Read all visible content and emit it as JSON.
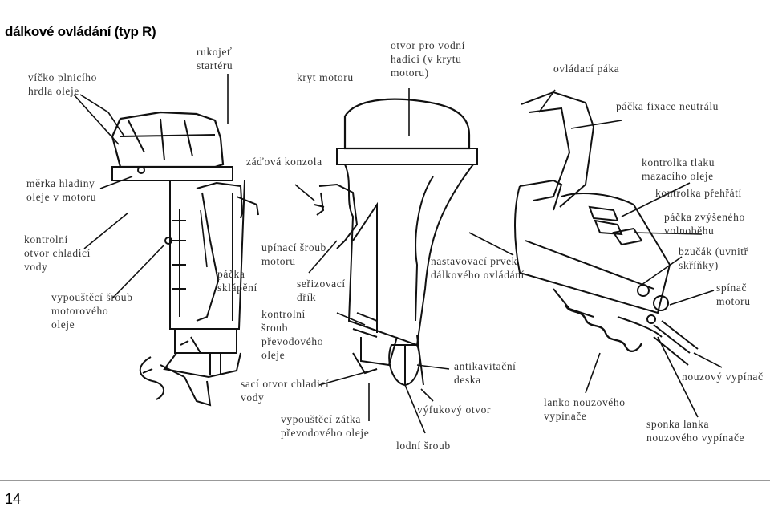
{
  "title": "dálkové ovládání (typ R)",
  "labels": {
    "oil_filler_cap": "víčko plnicího\nhrdla oleje",
    "starter_handle": "rukojeť\nstartéru",
    "engine_cover": "kryt motoru",
    "water_hose_hole": "otvor pro vodní\nhadici (v krytu\nmotoru)",
    "control_lever": "ovládací páka",
    "neutral_lock_lever": "páčka fixace neutrálu",
    "oil_dipstick": "měrka hladiny\noleje v motoru",
    "stern_bracket": "záďová konzola",
    "oil_pressure_lamp": "kontrolka tlaku\nmazacího oleje",
    "overheat_lamp": "kontrolka přehřátí",
    "cooling_check_hole": "kontrolní\notvor chladicí\nvody",
    "fast_idle_lever": "páčka zvýšeného\nvolnoběhu",
    "engine_clamp_screw": "upínací šroub\nmotoru",
    "adjust_device": "nastavovací prvek\ndálkového ovládání",
    "buzzer": "bzučák (uvnitř\nskříňky)",
    "tilt_lever": "páčka\nsklápění",
    "adjust_rod": "seřizovací\ndřík",
    "main_switch": "spínač\nmotoru",
    "engine_oil_drain": "vypouštěcí šroub\nmotorového\noleje",
    "gear_oil_check": "kontrolní\nšroub\npřevodového\noleje",
    "anticavitation_plate": "antikavitační\ndeska",
    "emergency_switch": "nouzový vypínač",
    "cooling_intake": "sací otvor chladicí\nvody",
    "exhaust_outlet": "výfukový otvor",
    "lanyard": "lanko nouzového\nvypínače",
    "gear_oil_drain": "vypouštěcí zátka\npřevodového   oleje",
    "lanyard_clip": "sponka lanka\nnouzového vypínače",
    "anode_screw": "lodní šroub"
  },
  "page_number": "14"
}
